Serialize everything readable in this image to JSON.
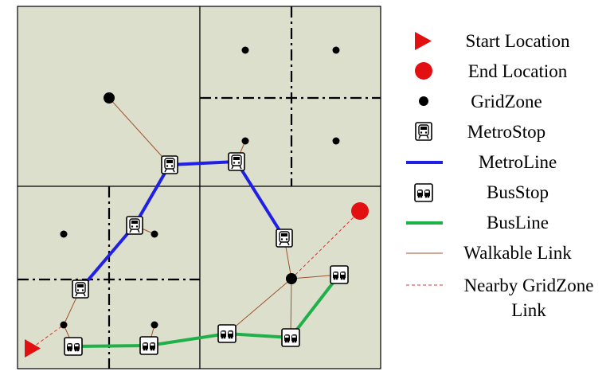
{
  "colors": {
    "zone_fill": "#dcdfcc",
    "metro_line": "#1f1fe6",
    "bus_line": "#1fb04a",
    "walk_link": "#a0522d",
    "nearby_link": "#e53232",
    "start": "#e21010",
    "end": "#e21010"
  },
  "icons": {
    "start": "triangle-right",
    "end": "circle-filled",
    "gridzone": "dot",
    "metro_stop": "train-icon",
    "bus_stop": "bus-icon"
  },
  "legend": {
    "start_location": "Start Location",
    "end_location": "End Location",
    "gridzone": "GridZone",
    "metro_stop": "MetroStop",
    "metro_line": "MetroLine",
    "bus_stop": "BusStop",
    "bus_line": "BusLine",
    "walkable_link": "Walkable Link",
    "nearby_link_line1": "Nearby GridZone",
    "nearby_link_line2": "Link"
  }
}
